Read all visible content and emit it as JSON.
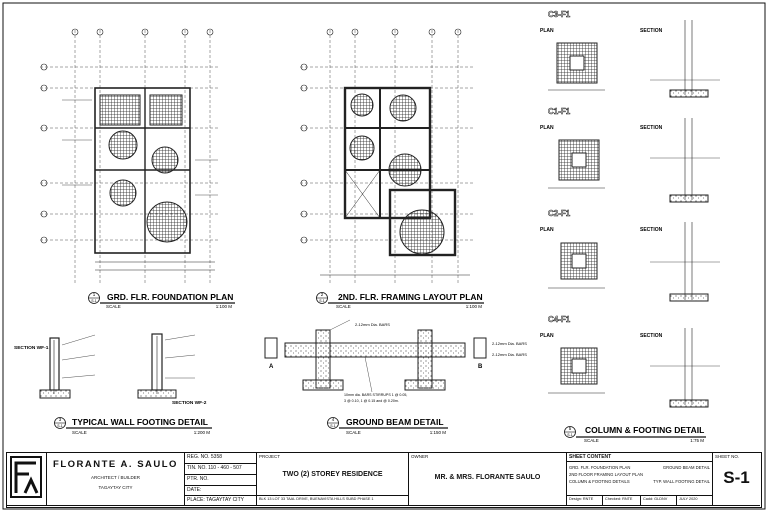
{
  "plans": {
    "foundation": {
      "number": "1",
      "ref": "S-1",
      "title": "GRD. FLR. FOUNDATION PLAN",
      "scale_label": "SCALE",
      "scale": "1:100 M"
    },
    "framing": {
      "number": "2",
      "ref": "S-1",
      "title": "2ND. FLR. FRAMING LAYOUT PLAN",
      "scale_label": "SCALE",
      "scale": "1:100 M"
    },
    "wall_footing": {
      "number": "3",
      "ref": "S-1",
      "title": "TYPICAL WALL FOOTING DETAIL",
      "scale_label": "SCALE",
      "scale": "1:200 M",
      "section1": "SECTION WF-1",
      "section2": "SECTION WF-2"
    },
    "ground_beam": {
      "number": "4",
      "ref": "S-1",
      "title": "GROUND BEAM DETAIL",
      "scale_label": "SCALE",
      "scale": "1:150 M",
      "label_a": "A",
      "label_b": "B"
    },
    "column_footing": {
      "number": "5",
      "ref": "S-1",
      "title": "COLUMN & FOOTING DETAIL",
      "scale_label": "SCALE",
      "scale": "1:75 M"
    }
  },
  "footing_details": [
    {
      "code": "C3-F1",
      "plan": "PLAN",
      "section": "SECTION"
    },
    {
      "code": "C1-F1",
      "plan": "PLAN",
      "section": "SECTION"
    },
    {
      "code": "C2-F1",
      "plan": "PLAN",
      "section": "SECTION"
    },
    {
      "code": "C4-F1",
      "plan": "PLAN",
      "section": "SECTION"
    }
  ],
  "beam_notes": {
    "top": "2-12mm Dia. BARS",
    "right1": "2-12mm Dia. BARS",
    "right2": "2-12mm Dia. BARS",
    "stirrups": "10mm dia. BARS STIRRUPS 1 @ 0.05,",
    "stirrups2": "3 @ 0.10, 1 @ 0.15 and @ 0.20m."
  },
  "title_block": {
    "firm_name": "FLORANTE A. SAULO",
    "firm_role": "ARCHITECT / BUILDER",
    "firm_city": "TAGAYTAY CITY",
    "reg_no": "REG. NO. 5358",
    "tin_no": "TIN. NO. 110 - 460 - 507",
    "ptr_no": "PTR. NO.",
    "date": "DATE:",
    "place": "PLACE: TAGAYTAY CITY",
    "project_label": "PROJECT",
    "project_name": "TWO (2) STOREY RESIDENCE",
    "project_address": "BLK 13 LOT 33 TAAL DRIVE, BUENAVISTA HILLS SUBD PHASE 1",
    "owner_label": "OWNER",
    "owner_name": "MR. & MRS. FLORANTE SAULO",
    "sheet_content_label": "SHEET CONTENT",
    "content_1": "GRD. FLR. FOUNDATION PLAN",
    "content_2": "GROUND BEAM DETAIL",
    "content_3": "2ND FLOOR FRAMING LAYOUT PLAN",
    "content_4": "COLUMN & FOOTING DETAILS",
    "content_5": "TYP. WALL FOOTING DETAIL",
    "design": "Design: RNTE",
    "checked": "Checked: RNTE",
    "cadd": "Cadd: GLDNV",
    "year": "JULY 2020",
    "sheet_no_label": "SHEET NO.",
    "sheet_no": "S-1"
  }
}
